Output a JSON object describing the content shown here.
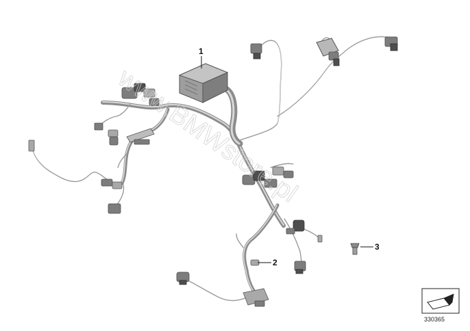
{
  "diagram": {
    "callouts": [
      {
        "id": "1",
        "label": "1"
      },
      {
        "id": "2",
        "label": "2"
      },
      {
        "id": "3",
        "label": "3"
      }
    ],
    "watermark": "www.BMWstore.pl",
    "reference_number": "330365",
    "icons": {
      "orientation": "direction-arrow-icon"
    },
    "colors": {
      "wire": "#8c8c8c",
      "connector": "#7d7d7d",
      "housing": "#9e9e9e",
      "text": "#111111"
    }
  }
}
